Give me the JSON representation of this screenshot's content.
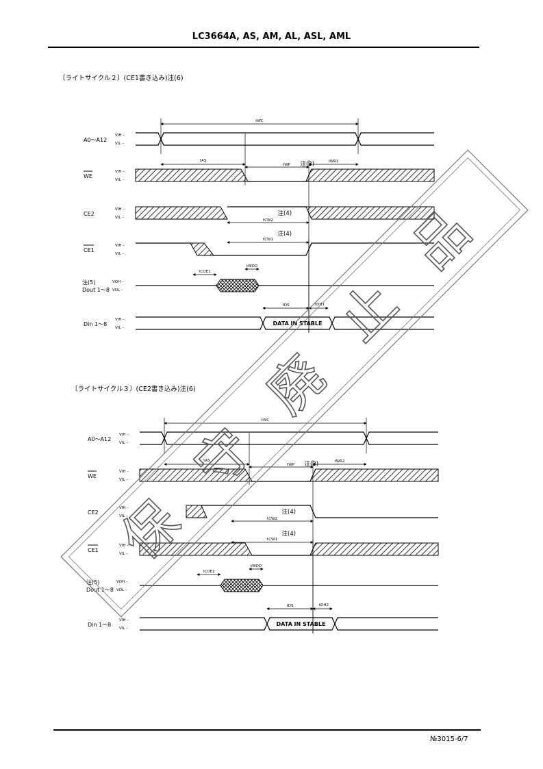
{
  "header": {
    "title": "LC3664A, AS, AM, AL, ASL, AML"
  },
  "footer": {
    "page_no": "№3015-6/7"
  },
  "diagram1": {
    "caption": "〔ライトサイクル２〕(CE1書き込み)注(6)",
    "signals": {
      "addr": "A0〜A12",
      "we": "WE",
      "ce2": "CE2",
      "ce1": "CE1",
      "note5": "注(5)",
      "dout": "Dout 1〜8",
      "din": "Din 1〜8"
    },
    "levels": {
      "vih": "VIH –",
      "vil": "VIL –",
      "voh": "VOH –",
      "vol": "VOL –"
    },
    "timings": {
      "twc": "tWC",
      "tas": "tAS",
      "twp": "tWP",
      "twp_note": "注(3)",
      "twr": "tWR1",
      "tcw": "tCW2",
      "tcw_note": "注(4)",
      "tcw1": "tCW1",
      "tcw1_note": "注(4)",
      "tcoe": "tCOE1",
      "twod": "tWOD",
      "tds": "tDS",
      "tdh": "tDH1"
    },
    "data_label": "DATA IN STABLE"
  },
  "diagram2": {
    "caption": "〔ライトサイクル３〕(CE2書き込み)注(6)",
    "signals": {
      "addr": "A0〜A12",
      "we": "WE",
      "ce2": "CE2",
      "ce1": "CE1",
      "note5": "注(5)",
      "dout": "Dout 1〜8",
      "din": "Din 1〜8"
    },
    "levels": {
      "vih": "VIH –",
      "vil": "VIL –",
      "voh": "VOH –",
      "vol": "VOL –"
    },
    "timings": {
      "twc": "tWC",
      "tas": "tAS",
      "twp": "tWP",
      "twp_note": "注(3)",
      "twr": "tWR2",
      "tcw": "tCW2",
      "tcw_note": "注(4)",
      "tcw1": "tCW1",
      "tcw1_note": "注(4)",
      "tcoe": "tCOE2",
      "twod": "tWOD",
      "tds": "tDS",
      "tdh": "tDH2"
    },
    "data_label": "DATA IN STABLE"
  },
  "stamp": {
    "text": "保守廃止品"
  }
}
